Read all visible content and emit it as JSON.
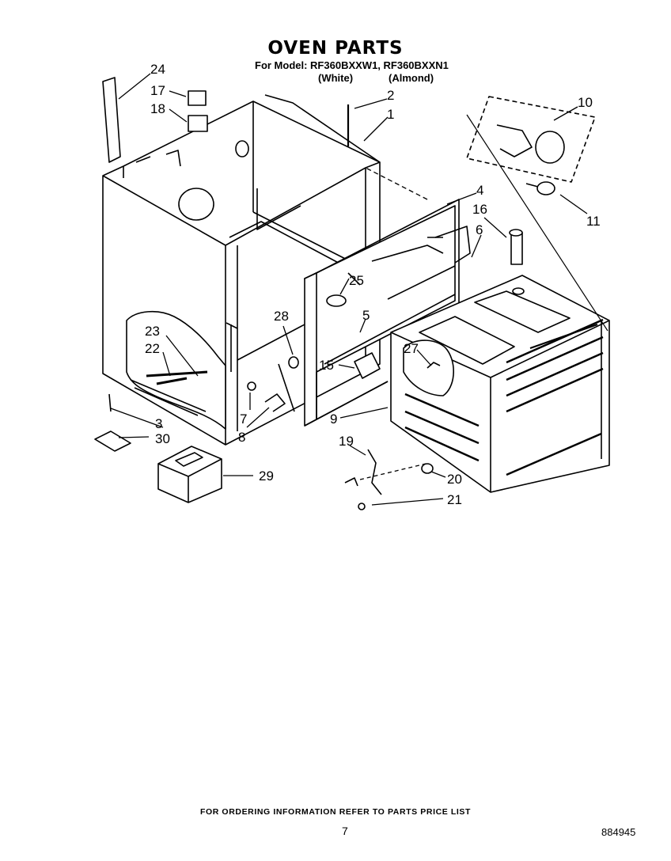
{
  "header": {
    "title": "OVEN PARTS",
    "model_line": "For Model: RF360BXXW1, RF360BXXN1",
    "variant_white": "(White)",
    "variant_almond": "(Almond)"
  },
  "callouts": [
    {
      "id": "c1",
      "label": "1"
    },
    {
      "id": "c2",
      "label": "2"
    },
    {
      "id": "c3",
      "label": "3"
    },
    {
      "id": "c4",
      "label": "4"
    },
    {
      "id": "c5",
      "label": "5"
    },
    {
      "id": "c6",
      "label": "6"
    },
    {
      "id": "c7",
      "label": "7"
    },
    {
      "id": "c8",
      "label": "8"
    },
    {
      "id": "c9",
      "label": "9"
    },
    {
      "id": "c10",
      "label": "10"
    },
    {
      "id": "c11",
      "label": "11"
    },
    {
      "id": "c15",
      "label": "15"
    },
    {
      "id": "c16",
      "label": "16"
    },
    {
      "id": "c17",
      "label": "17"
    },
    {
      "id": "c18",
      "label": "18"
    },
    {
      "id": "c19",
      "label": "19"
    },
    {
      "id": "c20",
      "label": "20"
    },
    {
      "id": "c21",
      "label": "21"
    },
    {
      "id": "c22",
      "label": "22"
    },
    {
      "id": "c23",
      "label": "23"
    },
    {
      "id": "c24",
      "label": "24"
    },
    {
      "id": "c25",
      "label": "25"
    },
    {
      "id": "c27",
      "label": "27"
    },
    {
      "id": "c28",
      "label": "28"
    },
    {
      "id": "c29",
      "label": "29"
    },
    {
      "id": "c30",
      "label": "30"
    }
  ],
  "footer": {
    "note": "FOR ORDERING INFORMATION REFER TO PARTS PRICE LIST",
    "page_number": "7",
    "doc_number": "884945"
  }
}
